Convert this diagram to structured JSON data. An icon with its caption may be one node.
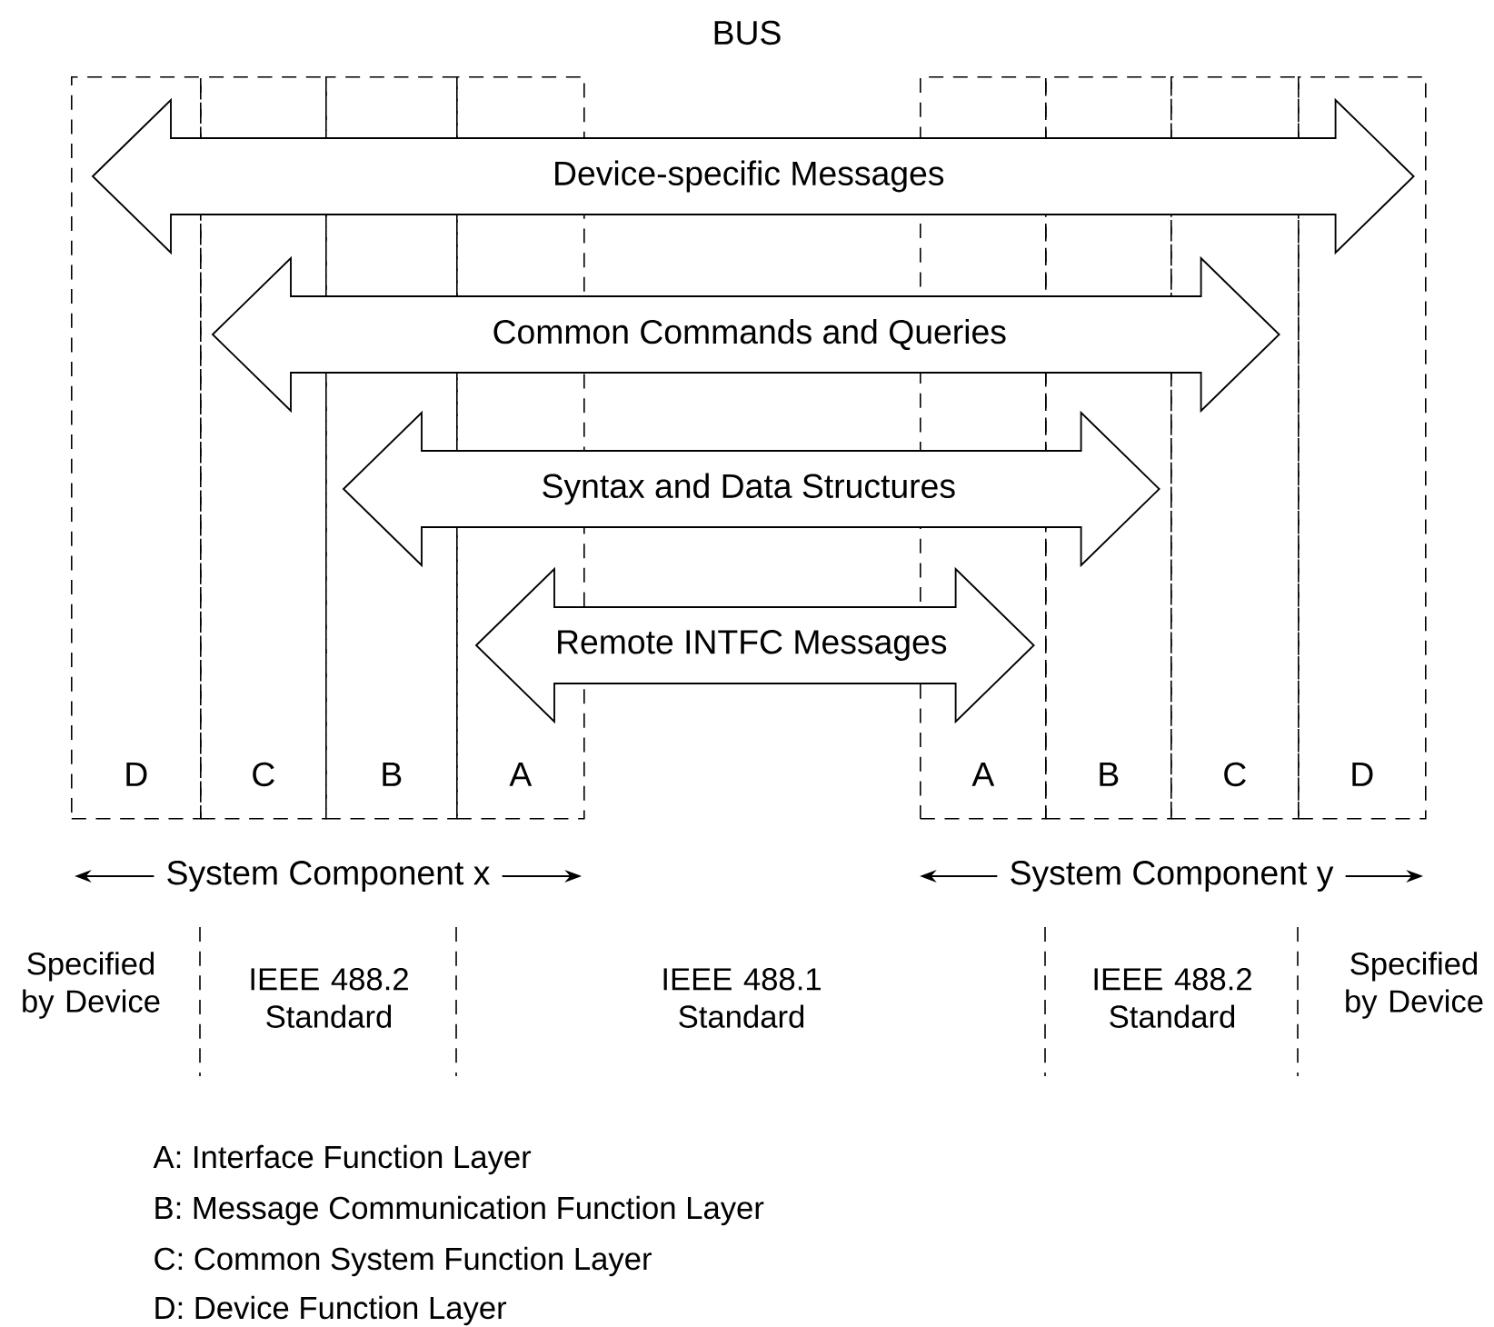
{
  "diagram": {
    "title": "BUS",
    "nodes": [
      {
        "text": [
          "D"
        ]
      },
      {
        "text": [
          "C"
        ]
      },
      {
        "text": [
          "B"
        ]
      },
      {
        "text": [
          "A"
        ]
      },
      {
        "text": [
          "A"
        ]
      },
      {
        "text": [
          "B"
        ]
      },
      {
        "text": [
          "C"
        ]
      },
      {
        "text": [
          "D"
        ]
      }
    ],
    "edges": [
      {
        "from": 0,
        "to": 7,
        "arrow": "both",
        "label": "Device-specific Messages"
      },
      {
        "from": 1,
        "to": 6,
        "arrow": "both",
        "label": "Common Commands and Queries"
      },
      {
        "from": 2,
        "to": 5,
        "arrow": "both",
        "label": "Syntax and Data Structures"
      },
      {
        "from": 3,
        "to": 4,
        "arrow": "both",
        "label": "Remote INTFC Messages"
      }
    ],
    "labels": [
      "System Component x",
      "System Component y",
      "Specified by Device",
      "IEEE 488.2 Standard",
      "IEEE 488.1 Standard",
      "IEEE 488.2 Standard",
      "Specified by Device",
      "A: Interface Function Layer",
      "B: Message Communication Function Layer",
      "C: Common System Function Layer",
      "D: Device Function Layer"
    ]
  }
}
